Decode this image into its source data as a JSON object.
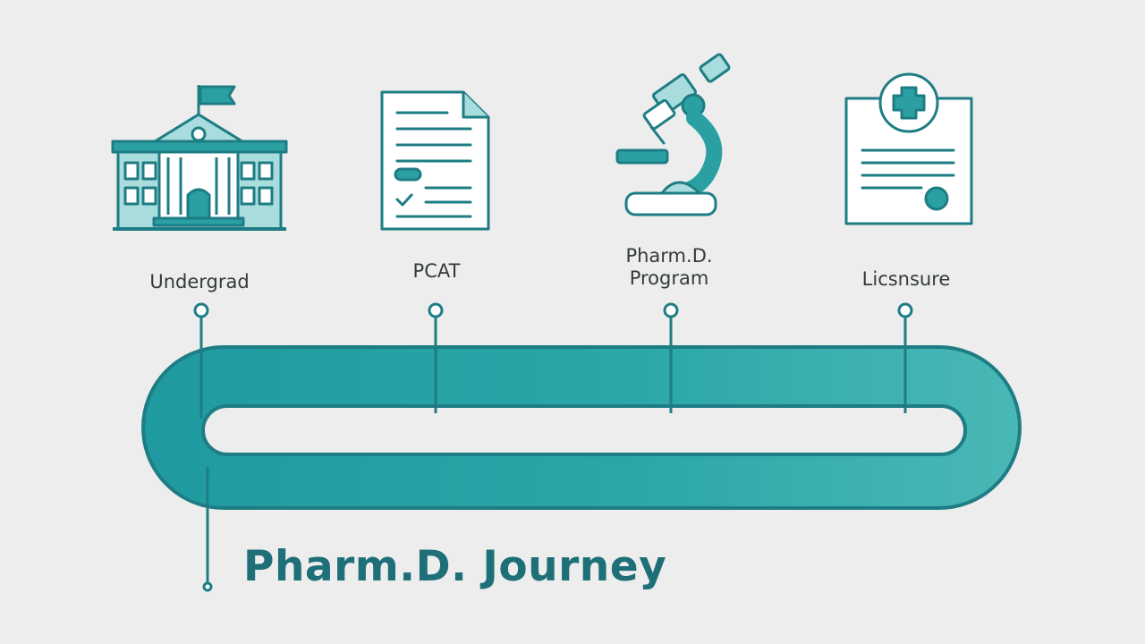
{
  "title": "Pharm.D. Journey",
  "stages": [
    {
      "label": "Undergrad",
      "icon": "university-building-icon"
    },
    {
      "label": "PCAT",
      "icon": "test-document-icon"
    },
    {
      "label": "Pharm.D.\nProgram",
      "icon": "microscope-icon"
    },
    {
      "label": "Licsnsure",
      "icon": "medical-license-icon"
    }
  ],
  "colors": {
    "teal": "#2aa0a3",
    "teal_dark": "#1e7d84",
    "teal_light": "#a9dcdc",
    "title": "#1e6f78",
    "text": "#333a3c",
    "background": "#ededee"
  }
}
